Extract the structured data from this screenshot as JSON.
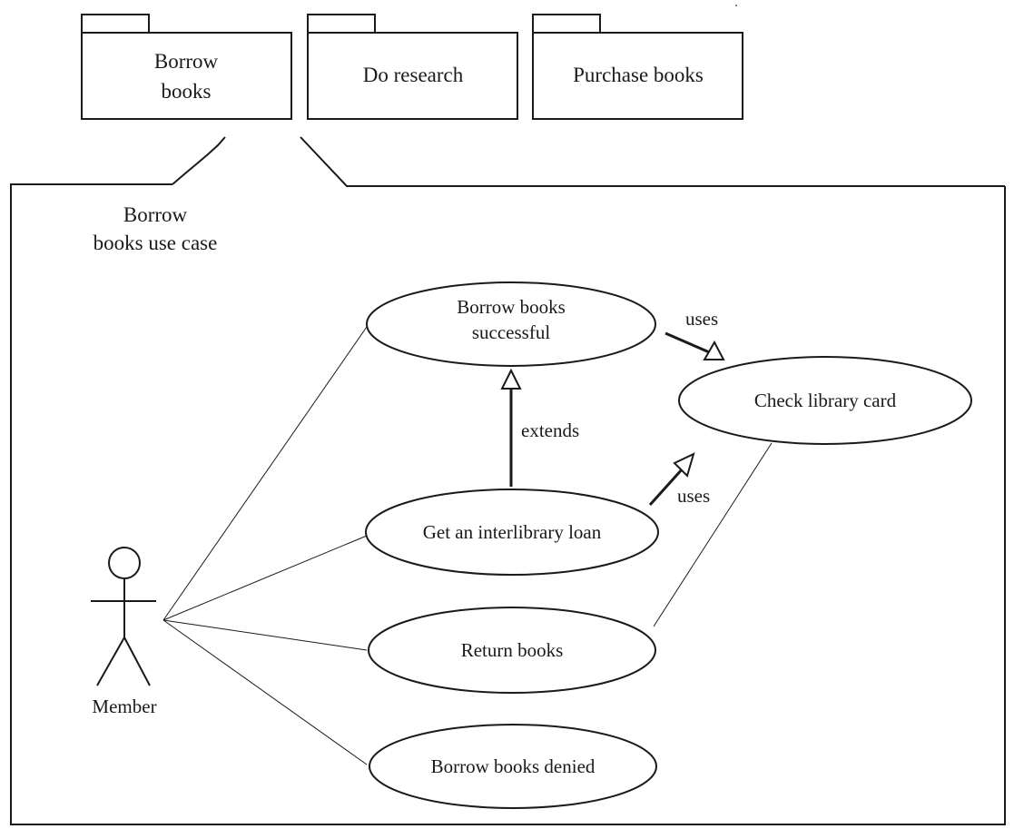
{
  "packages": [
    {
      "id": "borrow-books-package",
      "lines": [
        "Borrow",
        "books"
      ]
    },
    {
      "id": "do-research-package",
      "lines": [
        "Do research"
      ]
    },
    {
      "id": "purchase-books-package",
      "lines": [
        "Purchase books"
      ]
    }
  ],
  "use_case_frame": {
    "title_lines": [
      "Borrow",
      "books use case"
    ]
  },
  "actor": {
    "label": "Member"
  },
  "use_cases": [
    {
      "id": "borrow-books-successful",
      "lines": [
        "Borrow books",
        "successful"
      ]
    },
    {
      "id": "check-library-card",
      "lines": [
        "Check library card"
      ]
    },
    {
      "id": "get-interlibrary-loan",
      "lines": [
        "Get an interlibrary loan"
      ]
    },
    {
      "id": "return-books",
      "lines": [
        "Return books"
      ]
    },
    {
      "id": "borrow-books-denied",
      "lines": [
        "Borrow books denied"
      ]
    }
  ],
  "relationships": [
    {
      "id": "uses-relation-top",
      "label": "uses"
    },
    {
      "id": "extends-relation",
      "label": "extends"
    },
    {
      "id": "uses-relation-bottom",
      "label": "uses"
    }
  ]
}
